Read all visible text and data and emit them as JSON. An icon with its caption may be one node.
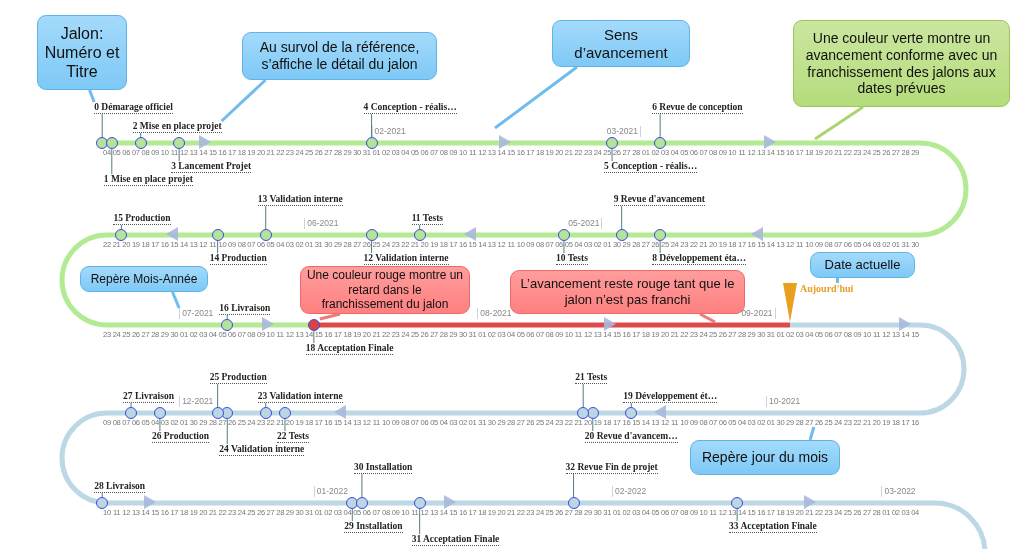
{
  "diagram": {
    "nodes": [
      {
        "text": [
          "Jalon: Numéro et Titre"
        ]
      },
      {
        "text": [
          "Au survol de la référence, s’affiche le détail du jalon"
        ]
      },
      {
        "text": [
          "Sens d’avancement"
        ]
      },
      {
        "text": [
          "Une couleur verte montre un avancement conforme avec un franchissement des jalons aux dates prévues"
        ]
      },
      {
        "text": [
          "Date actuelle"
        ]
      },
      {
        "text": [
          "Aujourd'hui"
        ]
      },
      {
        "text": [
          "Repère Mois-Année"
        ]
      },
      {
        "text": [
          "Une couleur rouge montre un retard dans le franchissement du jalon"
        ]
      },
      {
        "text": [
          "L’avancement reste rouge tant que le jalon n’est pas franchi"
        ]
      },
      {
        "text": [
          "Repère jour du mois"
        ]
      },
      {
        "text": [
          "0 Démarage officiel"
        ]
      },
      {
        "text": [
          "1 Mise en place projet"
        ]
      },
      {
        "text": [
          "2 Mise en place projet"
        ]
      },
      {
        "text": [
          "3 Lancement Projet"
        ]
      },
      {
        "text": [
          "4 Conception - réalis…"
        ]
      },
      {
        "text": [
          "5 Conception - réalis…"
        ]
      },
      {
        "text": [
          "6 Revue de conception"
        ]
      },
      {
        "text": [
          "8 Développement éta…"
        ]
      },
      {
        "text": [
          "9 Revue d'avancement"
        ]
      },
      {
        "text": [
          "10 Tests"
        ]
      },
      {
        "text": [
          "11 Tests"
        ]
      },
      {
        "text": [
          "12 Validation interne"
        ]
      },
      {
        "text": [
          "13 Validation interne"
        ]
      },
      {
        "text": [
          "14 Production"
        ]
      },
      {
        "text": [
          "15 Production"
        ]
      },
      {
        "text": [
          "16 Livraison"
        ]
      },
      {
        "text": [
          "18 Acceptation Finale"
        ]
      },
      {
        "text": [
          "19 Développement ét…"
        ]
      },
      {
        "text": [
          "20 Revue d'avancem…"
        ]
      },
      {
        "text": [
          "21 Tests"
        ]
      },
      {
        "text": [
          "22 Tests"
        ]
      },
      {
        "text": [
          "23 Validation interne"
        ]
      },
      {
        "text": [
          "24 Validation interne"
        ]
      },
      {
        "text": [
          "25 Production"
        ]
      },
      {
        "text": [
          "26 Production"
        ]
      },
      {
        "text": [
          "27 Livraison"
        ]
      },
      {
        "text": [
          "28 Livraison"
        ]
      },
      {
        "text": [
          "29 Installation"
        ]
      },
      {
        "text": [
          "30 Installation"
        ]
      },
      {
        "text": [
          "31 Acceptation Finale"
        ]
      },
      {
        "text": [
          "32 Revue Fin de projet"
        ]
      },
      {
        "text": [
          "33 Acceptation Finale"
        ]
      },
      {
        "text": [
          "07-2021"
        ]
      },
      {
        "text": [
          "26"
        ]
      },
      {
        "text": [],
        "shape": "circle"
      },
      {
        "text": [],
        "shape": "circle"
      },
      {
        "text": [],
        "shape": "circle"
      },
      {
        "text": [],
        "shape": "circle"
      },
      {
        "text": [],
        "shape": "circle"
      },
      {
        "text": [],
        "shape": "circle"
      },
      {
        "text": [],
        "shape": "circle"
      },
      {
        "text": [],
        "shape": "circle"
      },
      {
        "text": [],
        "shape": "circle"
      },
      {
        "text": [],
        "shape": "circle"
      },
      {
        "text": [],
        "shape": "circle"
      },
      {
        "text": [],
        "shape": "circle"
      },
      {
        "text": [],
        "shape": "circle"
      },
      {
        "text": [],
        "shape": "circle"
      },
      {
        "text": [],
        "shape": "circle"
      },
      {
        "text": [],
        "shape": "circle"
      },
      {
        "text": [],
        "shape": "circle"
      },
      {
        "text": [],
        "shape": "circle"
      },
      {
        "text": [],
        "shape": "circle"
      },
      {
        "text": [],
        "shape": "circle"
      },
      {
        "text": [],
        "shape": "circle"
      },
      {
        "text": [],
        "shape": "circle"
      },
      {
        "text": [],
        "shape": "circle"
      },
      {
        "text": [],
        "shape": "circle"
      },
      {
        "text": [],
        "shape": "circle"
      },
      {
        "text": [],
        "shape": "circle"
      },
      {
        "text": [],
        "shape": "circle"
      },
      {
        "text": [],
        "shape": "circle"
      },
      {
        "text": [],
        "shape": "circle"
      },
      {
        "text": [],
        "shape": "circle"
      },
      {
        "text": [],
        "shape": "circle"
      },
      {
        "text": [],
        "shape": "circle"
      }
    ],
    "edges": [
      {
        "from": 0,
        "to": 10,
        "arrow": "none",
        "style": "thick",
        "color": "#6fbdec"
      },
      {
        "from": 1,
        "to": 12,
        "arrow": "none",
        "style": "thick",
        "color": "#6fbdec"
      },
      {
        "from": 2,
        "to": null,
        "arrow": "none",
        "style": "thick",
        "color": "#6fbdec"
      },
      {
        "from": 3,
        "to": null,
        "arrow": "none",
        "style": "thick",
        "color": "#a9d470"
      },
      {
        "from": 4,
        "to": 5,
        "arrow": "none",
        "style": "thick",
        "color": "#6fbdec"
      },
      {
        "from": 6,
        "to": 42,
        "arrow": "none",
        "style": "thick",
        "color": "#6fbdec"
      },
      {
        "from": 7,
        "to": 60,
        "arrow": "none",
        "style": "thick",
        "color": "#f07a7a"
      },
      {
        "from": 8,
        "to": null,
        "arrow": "none",
        "style": "thick",
        "color": "#f07a7a"
      },
      {
        "from": 9,
        "to": 43,
        "arrow": "none",
        "style": "thick",
        "color": "#6fbdec"
      },
      {
        "from": 10,
        "to": 44,
        "arrow": "none"
      },
      {
        "from": 11,
        "to": 45,
        "arrow": "none"
      },
      {
        "from": 12,
        "to": 46,
        "arrow": "none"
      },
      {
        "from": 13,
        "to": 47,
        "arrow": "none"
      },
      {
        "from": 14,
        "to": 48,
        "arrow": "none"
      },
      {
        "from": 15,
        "to": 49,
        "arrow": "none"
      },
      {
        "from": 16,
        "to": 50,
        "arrow": "none"
      },
      {
        "from": 17,
        "to": 51,
        "arrow": "none"
      },
      {
        "from": 18,
        "to": 52,
        "arrow": "none"
      },
      {
        "from": 19,
        "to": 53,
        "arrow": "none"
      },
      {
        "from": 20,
        "to": 54,
        "arrow": "none"
      },
      {
        "from": 21,
        "to": 55,
        "arrow": "none"
      },
      {
        "from": 22,
        "to": 56,
        "arrow": "none"
      },
      {
        "from": 23,
        "to": 57,
        "arrow": "none"
      },
      {
        "from": 24,
        "to": 58,
        "arrow": "none"
      },
      {
        "from": 25,
        "to": 59,
        "arrow": "none"
      },
      {
        "from": 26,
        "to": 60,
        "arrow": "none"
      },
      {
        "from": 27,
        "to": 61,
        "arrow": "none"
      },
      {
        "from": 28,
        "to": 62,
        "arrow": "none"
      },
      {
        "from": 29,
        "to": 63,
        "arrow": "none"
      },
      {
        "from": 30,
        "to": 64,
        "arrow": "none"
      },
      {
        "from": 31,
        "to": 65,
        "arrow": "none"
      },
      {
        "from": 32,
        "to": 66,
        "arrow": "none"
      },
      {
        "from": 33,
        "to": 67,
        "arrow": "none"
      },
      {
        "from": 34,
        "to": 68,
        "arrow": "none"
      },
      {
        "from": 35,
        "to": 69,
        "arrow": "none"
      },
      {
        "from": 36,
        "to": 70,
        "arrow": "none"
      },
      {
        "from": 37,
        "to": 71,
        "arrow": "none"
      },
      {
        "from": 38,
        "to": 72,
        "arrow": "none"
      },
      {
        "from": 39,
        "to": 73,
        "arrow": "none"
      },
      {
        "from": 40,
        "to": 74,
        "arrow": "none"
      },
      {
        "from": 41,
        "to": 75,
        "arrow": "none"
      }
    ],
    "labels": [
      "02-2021",
      "03-2021",
      "04",
      "05",
      "06",
      "07",
      "08",
      "09",
      "10",
      "11",
      "12",
      "13",
      "14",
      "15",
      "16",
      "17",
      "18",
      "19",
      "20",
      "21",
      "22",
      "23",
      "24",
      "25",
      "26",
      "27",
      "28",
      "29",
      "30",
      "31",
      "01",
      "02",
      "03",
      "04",
      "05",
      "06",
      "07",
      "08",
      "09",
      "10",
      "11",
      "12",
      "13",
      "14",
      "15",
      "16",
      "17",
      "18",
      "19",
      "20",
      "21",
      "22",
      "23",
      "24",
      "25",
      "26",
      "27",
      "28",
      "01",
      "02",
      "03",
      "04",
      "05",
      "06",
      "07",
      "08",
      "09",
      "10",
      "11",
      "12",
      "13",
      "14",
      "15",
      "16",
      "17",
      "18",
      "19",
      "20",
      "21",
      "22",
      "23",
      "24",
      "25",
      "26",
      "27",
      "28",
      "29",
      "06-2021",
      "05-2021",
      "22",
      "21",
      "20",
      "19",
      "18",
      "17",
      "16",
      "15",
      "14",
      "13",
      "12",
      "11",
      "10",
      "09",
      "08",
      "07",
      "06",
      "05",
      "04",
      "03",
      "02",
      "01",
      "31",
      "30",
      "29",
      "28",
      "27",
      "26",
      "25",
      "24",
      "23",
      "22",
      "21",
      "20",
      "19",
      "18",
      "17",
      "16",
      "15",
      "14",
      "13",
      "12",
      "11",
      "10",
      "09",
      "08",
      "07",
      "06",
      "05",
      "04",
      "03",
      "02",
      "01",
      "30",
      "29",
      "28",
      "27",
      "26",
      "25",
      "24",
      "23",
      "22",
      "21",
      "20",
      "19",
      "18",
      "17",
      "16",
      "15",
      "14",
      "13",
      "12",
      "11",
      "10",
      "09",
      "08",
      "07",
      "06",
      "05",
      "04",
      "03",
      "02",
      "01",
      "31",
      "30",
      "08-2021",
      "09-2021",
      "23",
      "24",
      "25",
      "26",
      "27",
      "28",
      "29",
      "30",
      "01",
      "02",
      "03",
      "04",
      "05",
      "06",
      "07",
      "08",
      "09",
      "10",
      "11",
      "12",
      "13",
      "14",
      "15",
      "16",
      "17",
      "18",
      "19",
      "20",
      "21",
      "22",
      "23",
      "24",
      "25",
      "26",
      "27",
      "28",
      "29",
      "30",
      "31",
      "01",
      "02",
      "03",
      "04",
      "05",
      "06",
      "07",
      "08",
      "09",
      "10",
      "11",
      "12",
      "13",
      "14",
      "15",
      "16",
      "17",
      "18",
      "19",
      "20",
      "21",
      "22",
      "23",
      "24",
      "25",
      "26",
      "27",
      "28",
      "29",
      "30",
      "31",
      "01",
      "02",
      "03",
      "04",
      "05",
      "06",
      "07",
      "08",
      "09",
      "10",
      "11",
      "12",
      "13",
      "14",
      "15",
      "12-2021",
      "10-2021",
      "09",
      "08",
      "07",
      "06",
      "05",
      "04",
      "03",
      "02",
      "01",
      "30",
      "29",
      "28",
      "27",
      "26",
      "25",
      "24",
      "23",
      "22",
      "21",
      "20",
      "19",
      "18",
      "17",
      "16",
      "15",
      "14",
      "13",
      "12",
      "11",
      "10",
      "09",
      "08",
      "07",
      "06",
      "05",
      "04",
      "03",
      "02",
      "01",
      "31",
      "30",
      "29",
      "28",
      "27",
      "26",
      "25",
      "24",
      "23",
      "22",
      "21",
      "20",
      "19",
      "18",
      "17",
      "16",
      "15",
      "14",
      "13",
      "12",
      "11",
      "10",
      "09",
      "08",
      "07",
      "06",
      "05",
      "04",
      "03",
      "02",
      "01",
      "30",
      "29",
      "28",
      "27",
      "25",
      "24",
      "23",
      "22",
      "21",
      "20",
      "19",
      "18",
      "17",
      "16",
      "01-2022",
      "02-2022",
      "03-2022",
      "10",
      "11",
      "12",
      "13",
      "14",
      "15",
      "16",
      "17",
      "18",
      "19",
      "20",
      "21",
      "22",
      "23",
      "24",
      "25",
      "26",
      "27",
      "28",
      "29",
      "30",
      "31",
      "01",
      "02",
      "03",
      "04",
      "05",
      "06",
      "07",
      "08",
      "09",
      "10",
      "11",
      "12",
      "13",
      "14",
      "15",
      "16",
      "17",
      "18",
      "19",
      "20",
      "21",
      "22",
      "23",
      "24",
      "25",
      "26",
      "27",
      "28",
      "29",
      "30",
      "31",
      "01",
      "02",
      "03",
      "04",
      "05",
      "06",
      "07",
      "08",
      "09",
      "10",
      "11",
      "12",
      "13",
      "14",
      "15",
      "16",
      "17",
      "18",
      "19",
      "20",
      "21",
      "22",
      "23",
      "24",
      "25",
      "26",
      "27",
      "28",
      "01",
      "02",
      "03",
      "04"
    ]
  }
}
